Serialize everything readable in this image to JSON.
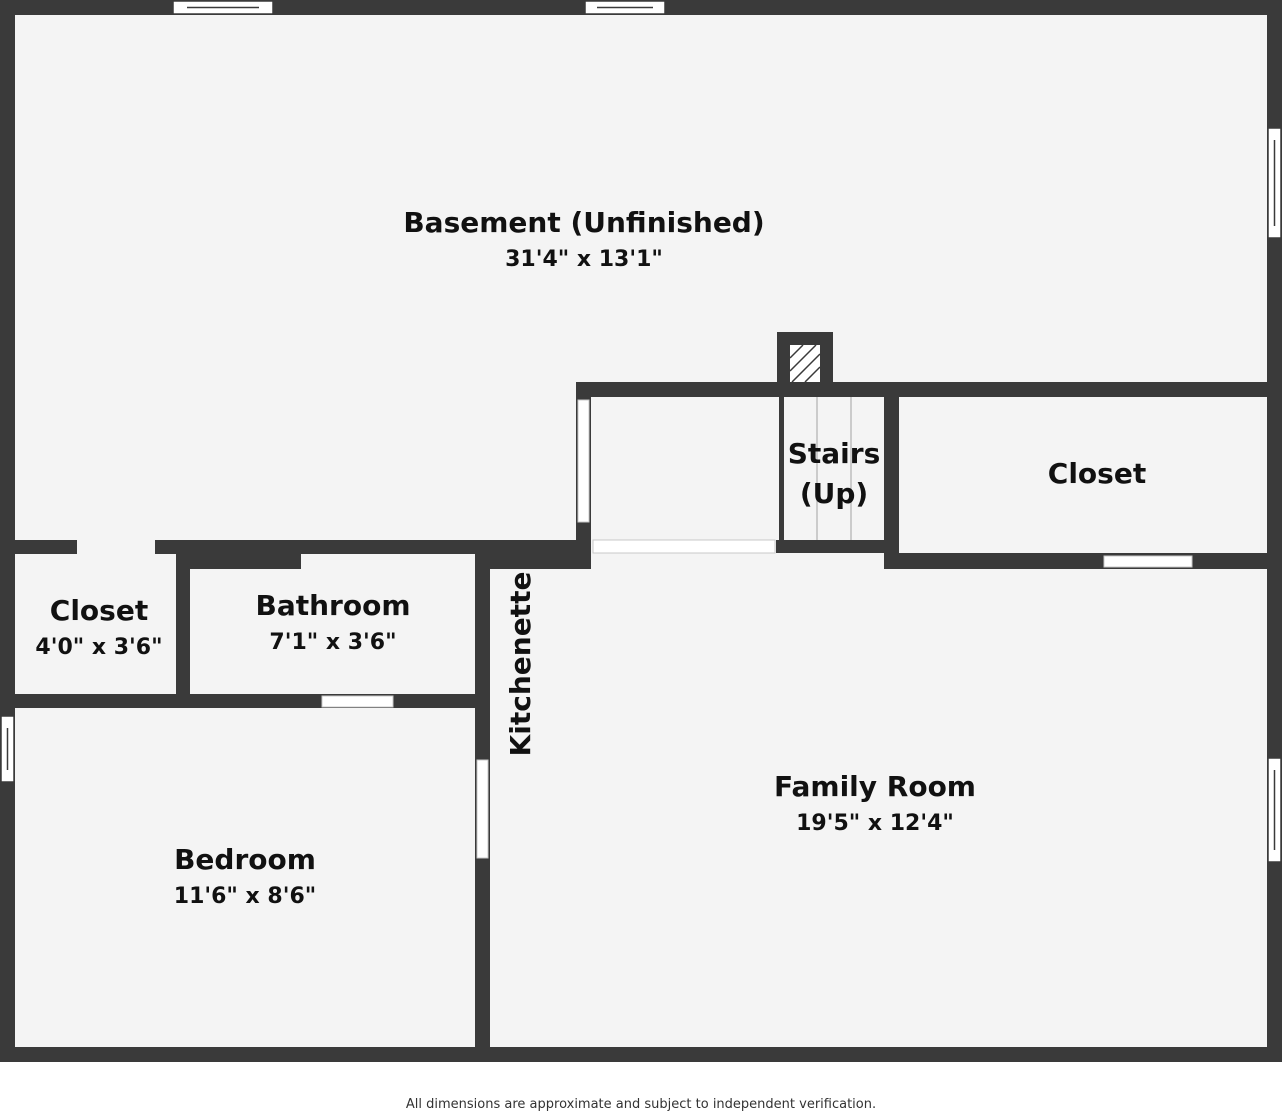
{
  "rooms": {
    "basement": {
      "name": "Basement (Unfinished)",
      "dimensions": "31'4\" x 13'1\""
    },
    "stairs": {
      "name_line1": "Stairs",
      "name_line2": "(Up)"
    },
    "closet_right": {
      "name": "Closet"
    },
    "closet_left": {
      "name": "Closet",
      "dimensions": "4'0\" x 3'6\""
    },
    "bathroom": {
      "name": "Bathroom",
      "dimensions": "7'1\" x 3'6\""
    },
    "kitchenette": {
      "name": "Kitchenette"
    },
    "family_room": {
      "name": "Family Room",
      "dimensions": "19'5\" x 12'4\""
    },
    "bedroom": {
      "name": "Bedroom",
      "dimensions": "11'6\" x 8'6\""
    }
  },
  "footer": {
    "disclaimer": "All dimensions are approximate and subject to independent verification."
  },
  "colors": {
    "wall": "#3a3a3a",
    "floor": "#f4f4f4",
    "background": "#ffffff"
  }
}
